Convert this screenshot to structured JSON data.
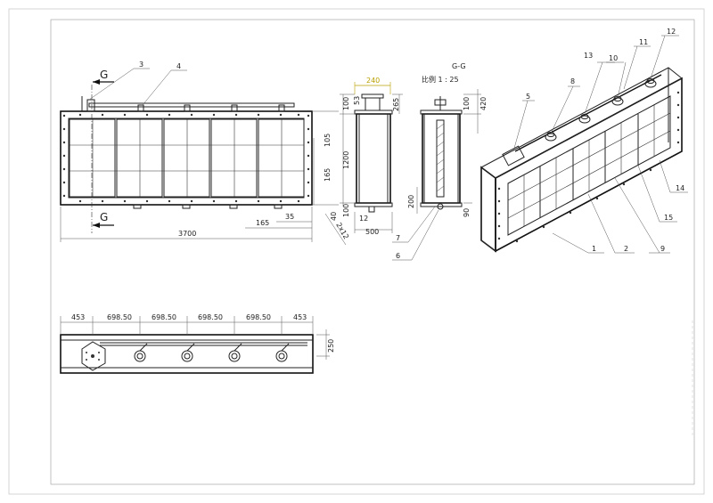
{
  "section": {
    "marker": "G",
    "view_title": "G-G",
    "scale_label": "比例 1 : 25"
  },
  "front_view": {
    "dim_overall_width": "3700",
    "dim_165": "165",
    "dim_35": "35",
    "dim_2x12": "2x12",
    "dim_40": "40",
    "dim_165_v": "165",
    "dim_105_v": "105"
  },
  "side_view": {
    "dim_240": "240",
    "dim_53": "53",
    "dim_265": "265",
    "dim_100_top": "100",
    "dim_1200": "1200",
    "dim_100_bottom": "100",
    "dim_12": "12",
    "dim_500": "500"
  },
  "section_view": {
    "dim_100": "100",
    "dim_420": "420",
    "dim_200": "200",
    "dim_90": "90"
  },
  "plan_view": {
    "dim_453_left": "453",
    "dim_698_1": "698.50",
    "dim_698_2": "698.50",
    "dim_698_3": "698.50",
    "dim_698_4": "698.50",
    "dim_453_right": "453",
    "dim_250": "250"
  },
  "balloons": {
    "b1": "1",
    "b2": "2",
    "b3": "3",
    "b4": "4",
    "b5": "5",
    "b6": "6",
    "b7": "7",
    "b8": "8",
    "b9": "9",
    "b10": "10",
    "b11": "11",
    "b12": "12",
    "b13": "13",
    "b14": "14",
    "b15": "15"
  },
  "colors": {
    "line": "#222222",
    "highlight_dim": "#b8a000"
  }
}
